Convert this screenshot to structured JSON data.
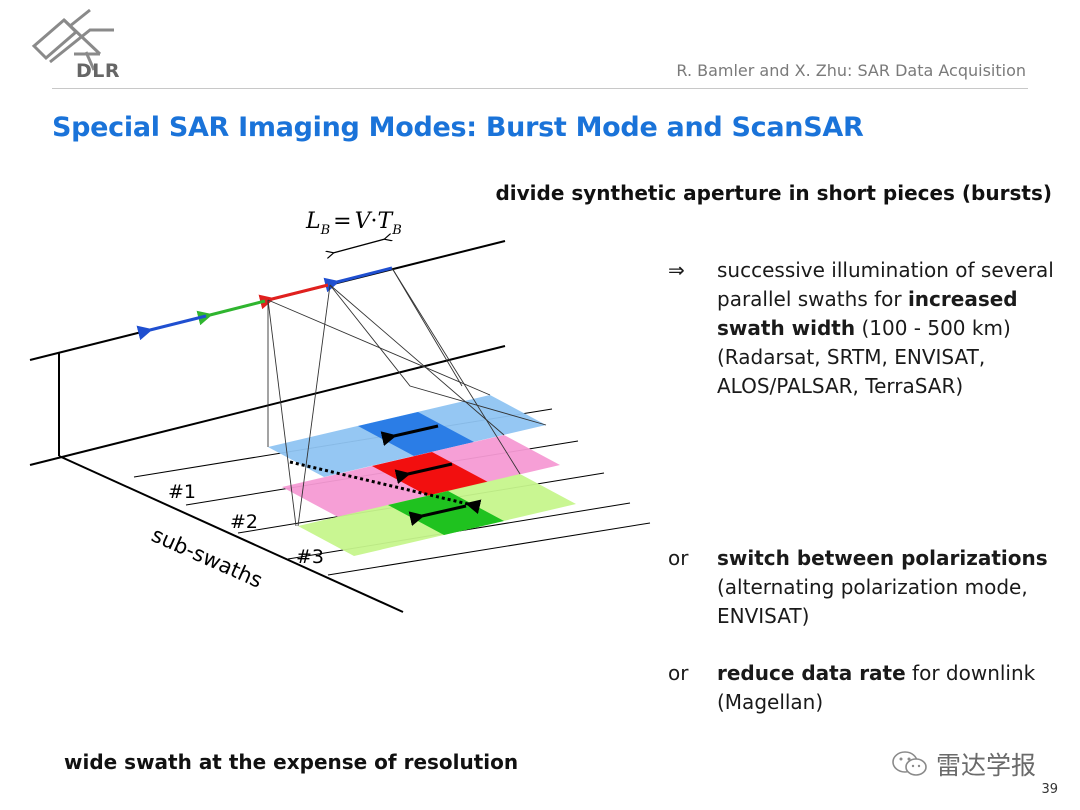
{
  "header": {
    "logo_text": "DLR",
    "credit": "R. Bamler and X. Zhu: SAR Data Acquisition"
  },
  "title": "Special SAR Imaging Modes: Burst Mode and ScanSAR",
  "right_heading": "divide synthetic aperture in short pieces (bursts)",
  "bullets": [
    {
      "mark": "⇒",
      "parts": [
        {
          "text": "successive illumination of several parallel swaths for ",
          "bold": false
        },
        {
          "text": "increased swath width",
          "bold": true
        },
        {
          "text": " (100 - 500 km) (Radarsat, SRTM, ENVISAT, ALOS/PALSAR, TerraSAR)",
          "bold": false
        }
      ]
    },
    {
      "mark": "or",
      "parts": [
        {
          "text": "switch between polarizations",
          "bold": true
        },
        {
          "text": " (alternating polarization mode, ENVISAT)",
          "bold": false
        }
      ]
    },
    {
      "mark": "or",
      "parts": [
        {
          "text": "reduce data rate",
          "bold": true
        },
        {
          "text": " for downlink (Magellan)",
          "bold": false
        }
      ]
    }
  ],
  "diagram": {
    "formula_lhs": "L",
    "formula_lhs_sub": "B",
    "formula_eq": "=",
    "formula_v": "V",
    "formula_dot": "·",
    "formula_t": "T",
    "formula_t_sub": "B",
    "subswath_labels": [
      "#1",
      "#2",
      "#3"
    ],
    "axis_label": "sub-swaths",
    "colors": {
      "blue": "#1f4fd0",
      "green": "#2fb52f",
      "red": "#e0201e",
      "swath1_light": "#8fc4f2",
      "swath1_dark": "#2b7de6",
      "swath2_light": "#f59ad4",
      "swath2_dark": "#f20f0f",
      "swath3_light": "#c6f58c",
      "swath3_dark": "#1fc21f"
    }
  },
  "bottom_note": "wide swath at the expense of resolution",
  "watermark": "雷达学报",
  "page_number": "39"
}
